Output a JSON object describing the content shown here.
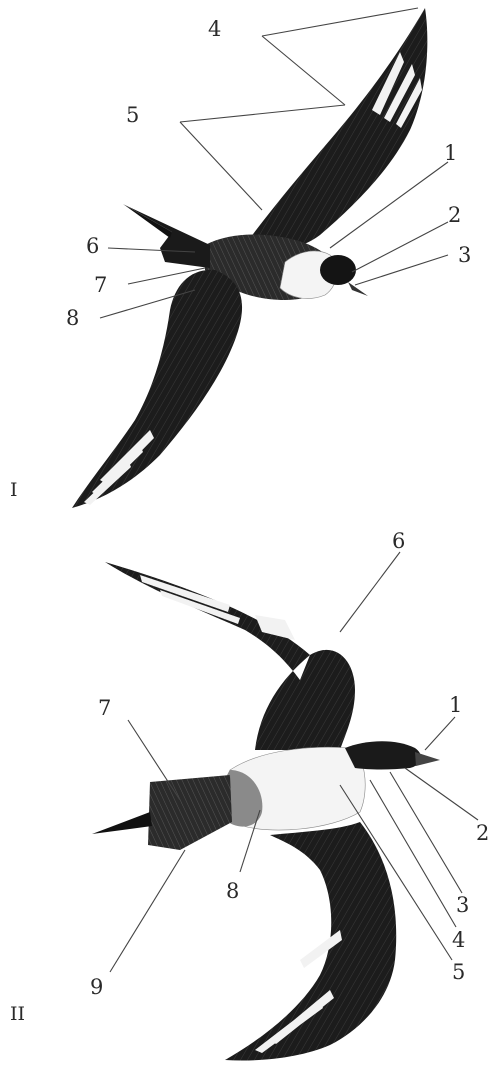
{
  "figure": {
    "panel_1": {
      "numeral": "I",
      "labels": [
        "1",
        "2",
        "3",
        "4",
        "5",
        "6",
        "7",
        "8"
      ]
    },
    "panel_2": {
      "numeral": "II",
      "labels": [
        "1",
        "2",
        "3",
        "4",
        "5",
        "6",
        "7",
        "8",
        "9"
      ]
    }
  }
}
